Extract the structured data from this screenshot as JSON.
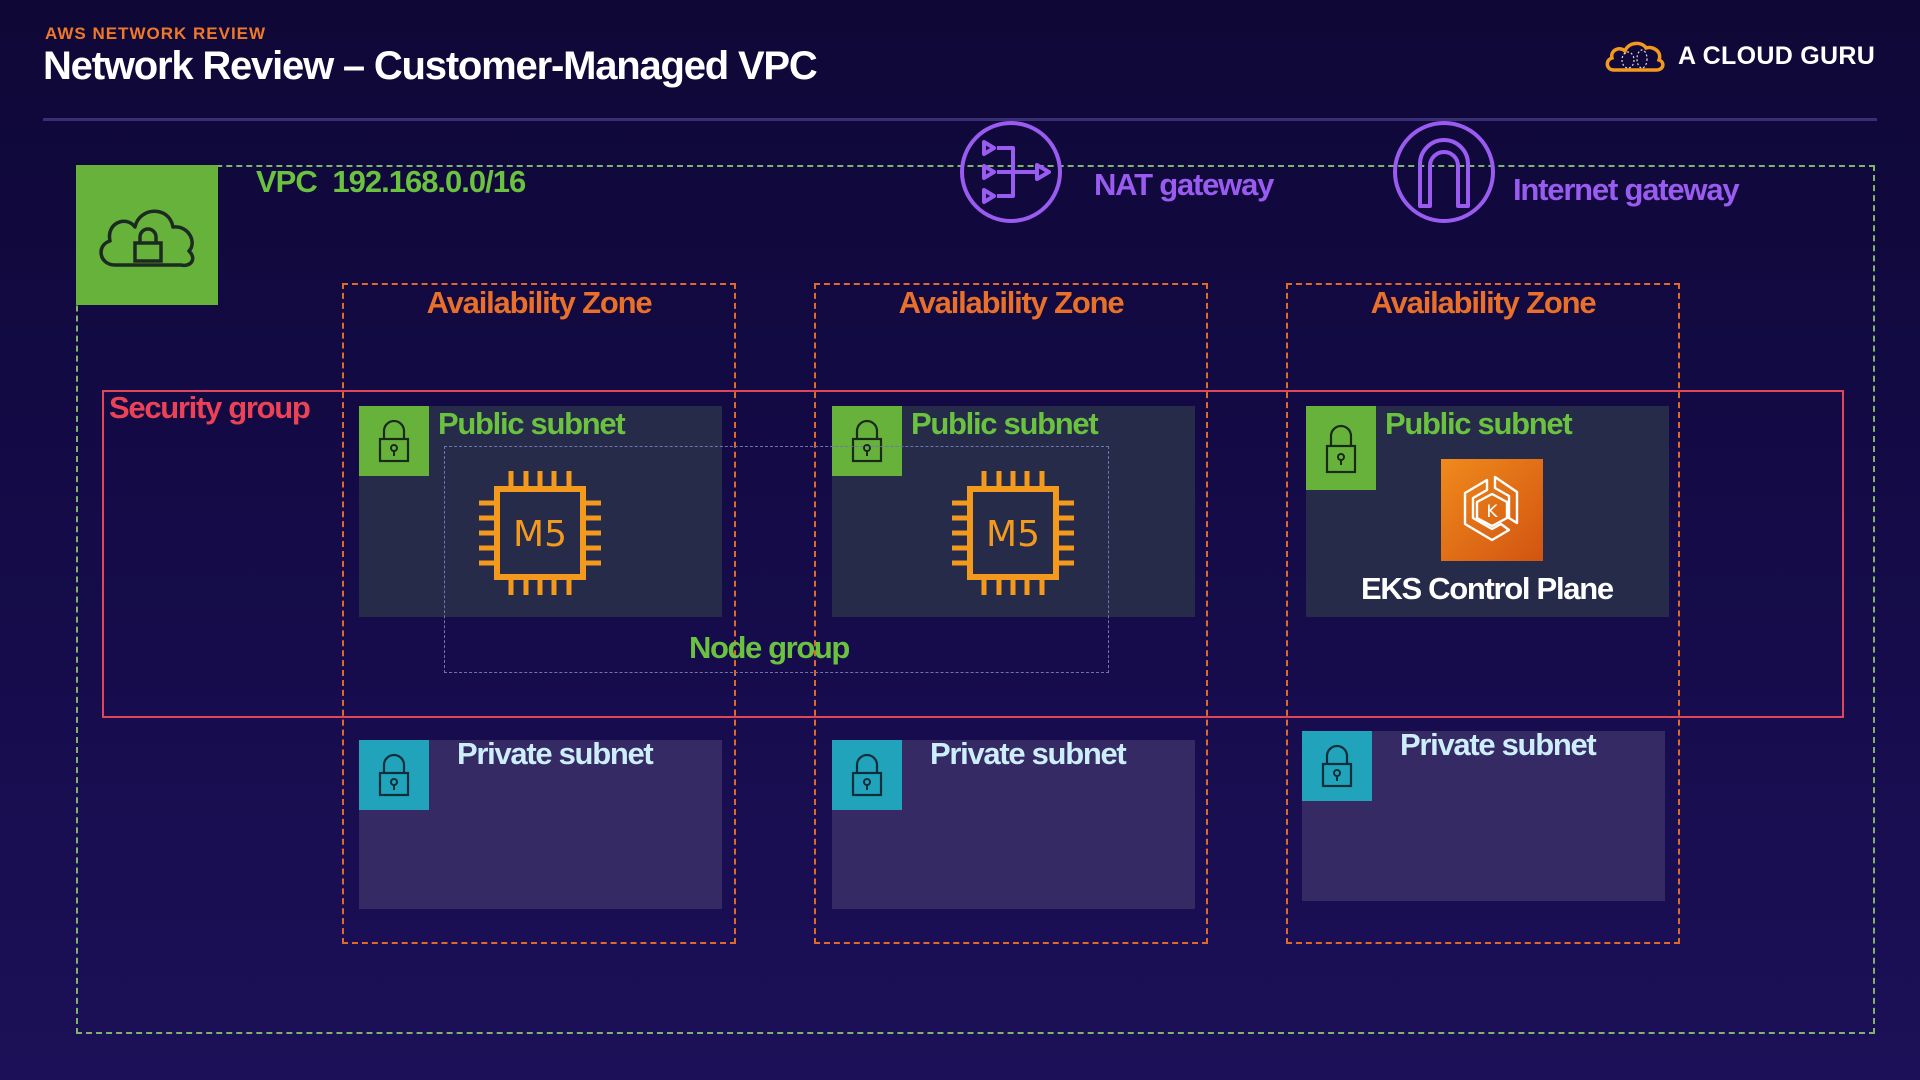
{
  "header": {
    "eyebrow": "AWS NETWORK REVIEW",
    "title": "Network Review – Customer-Managed VPC",
    "brand": "A CLOUD GURU"
  },
  "vpc": {
    "label": "VPC",
    "cidr": "192.168.0.0/16",
    "icon": "vpc-cloud-lock-icon"
  },
  "gateways": [
    {
      "label": "NAT gateway",
      "icon": "nat-gateway-icon"
    },
    {
      "label": "Internet gateway",
      "icon": "internet-gateway-icon"
    }
  ],
  "security_group": {
    "label": "Security group"
  },
  "node_group": {
    "label": "Node group"
  },
  "availability_zones": [
    {
      "label": "Availability Zone",
      "public_subnet": {
        "label": "Public subnet",
        "resource": {
          "type": "ec2-instance",
          "text": "M5"
        }
      },
      "private_subnet": {
        "label": "Private subnet"
      }
    },
    {
      "label": "Availability Zone",
      "public_subnet": {
        "label": "Public subnet",
        "resource": {
          "type": "ec2-instance",
          "text": "M5"
        }
      },
      "private_subnet": {
        "label": "Private subnet"
      }
    },
    {
      "label": "Availability Zone",
      "public_subnet": {
        "label": "Public subnet",
        "resource": {
          "type": "eks",
          "text": "EKS Control Plane",
          "glyph": "K"
        }
      },
      "private_subnet": {
        "label": "Private subnet"
      }
    }
  ],
  "colors": {
    "vpc": "#67b23b",
    "az": "#e8702a",
    "security_group": "#ec4256",
    "gateway": "#9a5cf0",
    "public_subnet": "#67b23b",
    "private_subnet": "#21a3bc",
    "ec2": "#f39a1e"
  }
}
